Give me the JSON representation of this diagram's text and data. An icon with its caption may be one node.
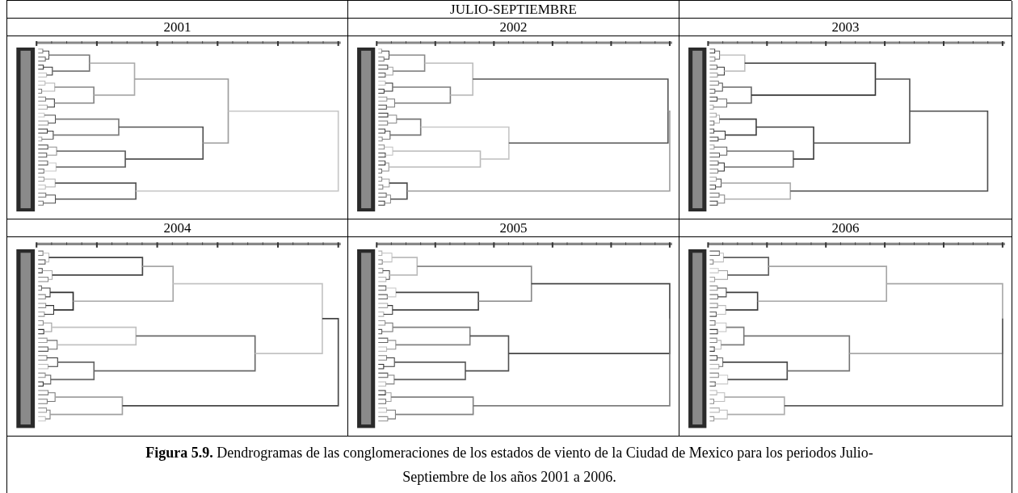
{
  "diagram": {
    "caption": "**Figura 5.9.** Dendrogramas de las conglomeraciones de los estados de viento de la Ciudad de Mexico para los periodos Julio-Septiembre de los años 2001 a 2006.",
    "labels": [
      "JULIO-SEPTIEMBRE",
      "2001",
      "2002",
      "2003",
      "2004",
      "2005",
      "2006"
    ]
  }
}
